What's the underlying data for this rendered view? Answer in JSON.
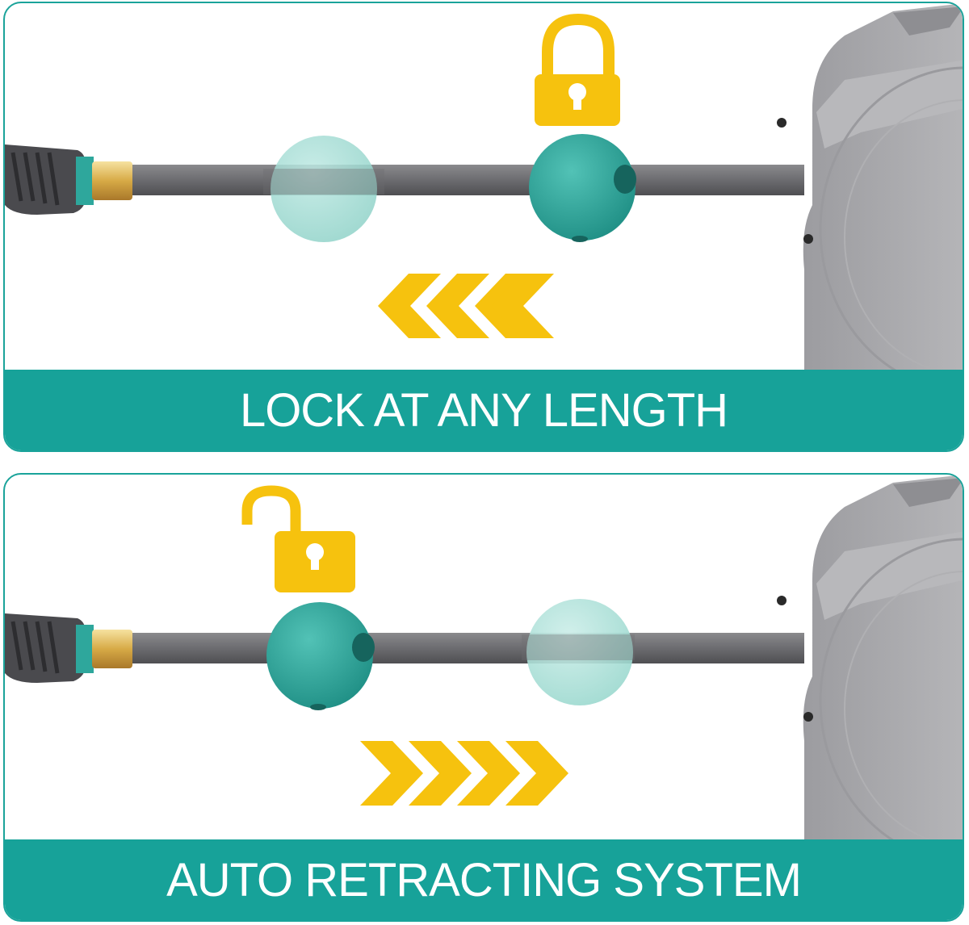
{
  "panels": [
    {
      "caption": "LOCK AT ANY LENGTH",
      "lock_icon": "lock-closed-icon",
      "direction": "left"
    },
    {
      "caption": "AUTO RETRACTING SYSTEM",
      "lock_icon": "lock-open-icon",
      "direction": "right"
    }
  ],
  "colors": {
    "accent": "#17a299",
    "hose": "#6b6b6e",
    "stopper": "#2fa79c",
    "reel": "#a3a3a6",
    "arrow": "#f6c20e",
    "lock": "#f6c20e",
    "brass": "#d4a843"
  }
}
